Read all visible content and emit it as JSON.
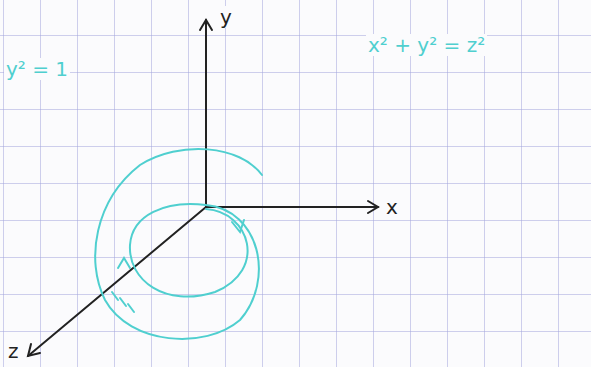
{
  "diagram": {
    "labels": [
      "y",
      "x",
      "z",
      "x² + y² = z²",
      "y² = 1"
    ]
  }
}
